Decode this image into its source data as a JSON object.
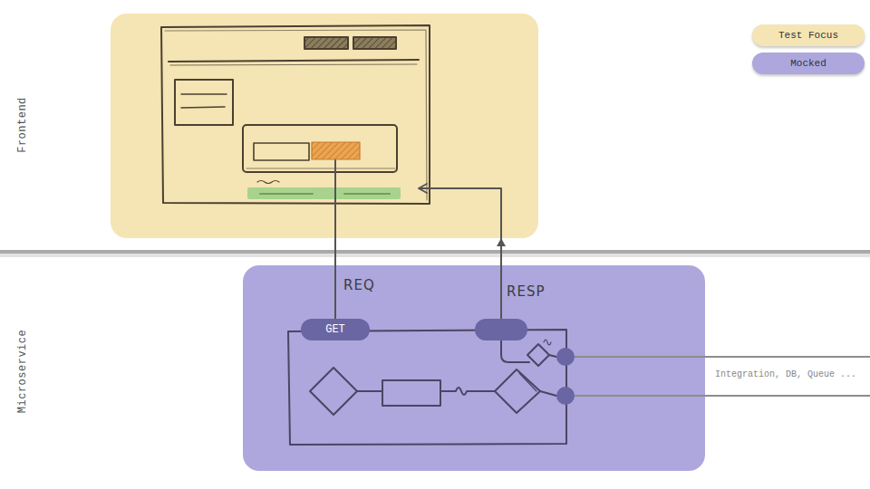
{
  "diagram": {
    "nodes": [
      {
        "text": [
          "Frontend"
        ]
      },
      {
        "text": [
          "Microservice"
        ]
      },
      {
        "text": [
          "GET"
        ],
        "in": 1
      }
    ],
    "edges": [
      {
        "from": 0,
        "to": 2,
        "label": "REQ",
        "arrow": "none"
      },
      {
        "from": 1,
        "to": 0,
        "label": "RESP",
        "arrow": "to"
      }
    ],
    "labels": [
      "Integration, DB, Queue ..."
    ],
    "legend": [
      {
        "text": "Test Focus",
        "color": "#f5e4b4"
      },
      {
        "text": "Mocked",
        "color": "#ada7dd"
      }
    ]
  }
}
